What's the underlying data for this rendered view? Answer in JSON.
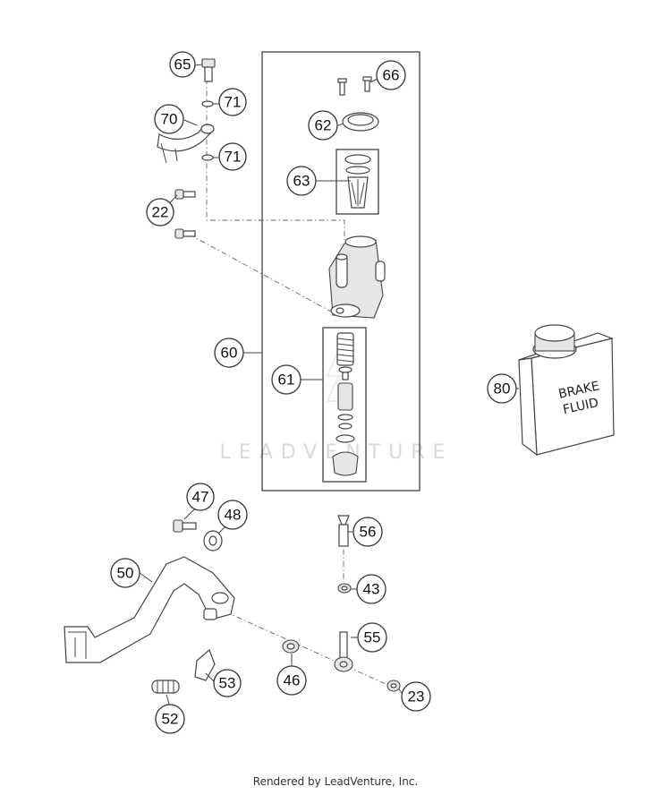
{
  "callouts": {
    "c65": "65",
    "c66": "66",
    "c71a": "71",
    "c70": "70",
    "c62": "62",
    "c71b": "71",
    "c63": "63",
    "c22": "22",
    "c60": "60",
    "c80": "80",
    "c61": "61",
    "c47": "47",
    "c48": "48",
    "c56": "56",
    "c50": "50",
    "c43": "43",
    "c55": "55",
    "c53": "53",
    "c46": "46",
    "c23": "23",
    "c52": "52"
  },
  "can_label": {
    "line1": "BRAKE",
    "line2": "FLUID"
  },
  "watermark": "LEADVENTURE",
  "footer": "Rendered by LeadVenture, Inc."
}
